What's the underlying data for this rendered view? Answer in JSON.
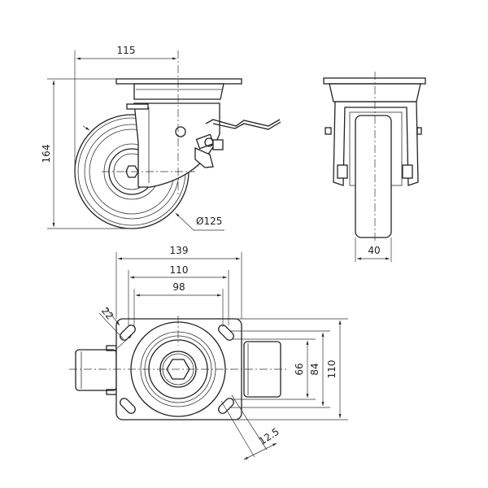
{
  "side_view": {
    "dim_offset": "115",
    "dim_height": "164",
    "dim_wheel_diameter": "Ø125"
  },
  "front_view": {
    "dim_wheel_width": "40"
  },
  "top_view": {
    "dim_plate_length": "139",
    "dim_hole_spacing_outer": "110",
    "dim_hole_spacing_inner": "98",
    "dim_slot_length": "22",
    "dim_slot_width": "12.5",
    "dim_hole_spacing_vertical_inner": "66",
    "dim_hole_spacing_vertical_outer": "84",
    "dim_plate_width": "110"
  }
}
